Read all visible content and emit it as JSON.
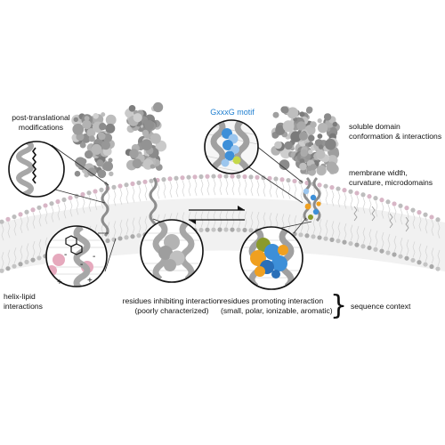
{
  "labels": {
    "gxxxg": "GxxxG motif",
    "ptm": [
      "post-translational",
      "modifications"
    ],
    "soluble": [
      "soluble domain",
      "conformation & interactions"
    ],
    "membrane": [
      "membrane width,",
      "curvature, microdomains"
    ],
    "helix_lipid": [
      "helix-lipid",
      "interactions"
    ],
    "inhibiting": [
      "residues inhibiting interaction",
      "(poorly characterized)"
    ],
    "promoting": [
      "residues promoting interaction",
      "(small, polar, ionizable, aromatic)"
    ],
    "sequence_context": "sequence context"
  },
  "charges": [
    "-",
    "-",
    "-",
    "+",
    "+"
  ],
  "brace_glyph": "}",
  "colors": {
    "gxxxg_label": "#1f7fd0",
    "protein_gray": "#9a9a9a",
    "highlight_blue": "#3d8fd8",
    "highlight_lightblue": "#9cc6ee",
    "highlight_orange": "#f0a020",
    "highlight_olive": "#8a9a2a",
    "lipid_pink": "#e6a9bd"
  }
}
